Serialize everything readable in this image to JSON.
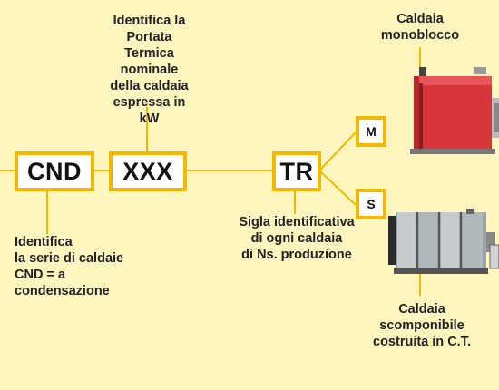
{
  "codes": {
    "cnd": "CND",
    "xxx": "XXX",
    "tr": "TR",
    "m": "M",
    "s": "S"
  },
  "captions": {
    "xxx_desc": [
      "Identifica la",
      "Portata Termica",
      "nominale",
      "della caldaia",
      "espressa in kW"
    ],
    "cnd_desc": [
      "Identifica",
      "la serie di caldaie",
      "CND = a",
      "condensazione"
    ],
    "tr_desc": [
      "Sigla identificativa",
      "di ogni caldaia",
      "di Ns. produzione"
    ],
    "monoblocco": [
      "Caldaia",
      "monoblocco"
    ],
    "scomponibile": [
      "Caldaia",
      "scomponibile",
      "costruita in C.T."
    ]
  },
  "colors": {
    "background": "#fff6bf",
    "accent": "#f5b800",
    "boiler_red": "#d9363b"
  }
}
